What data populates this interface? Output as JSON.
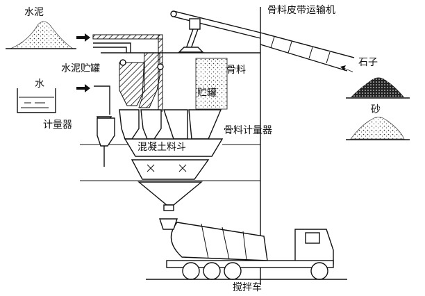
{
  "labels": {
    "cement": "水泥",
    "cement_silo": "水泥贮罐",
    "water": "水",
    "meter": "计量器",
    "concrete_hopper": "混凝土料斗",
    "belt_conveyor": "骨料皮带运输机",
    "stone": "石子",
    "sand": "砂",
    "aggregate": "骨料",
    "aggregate_silo": "贮罐",
    "aggregate_meter": "骨料计量器",
    "mixer_truck": "搅拌车"
  }
}
